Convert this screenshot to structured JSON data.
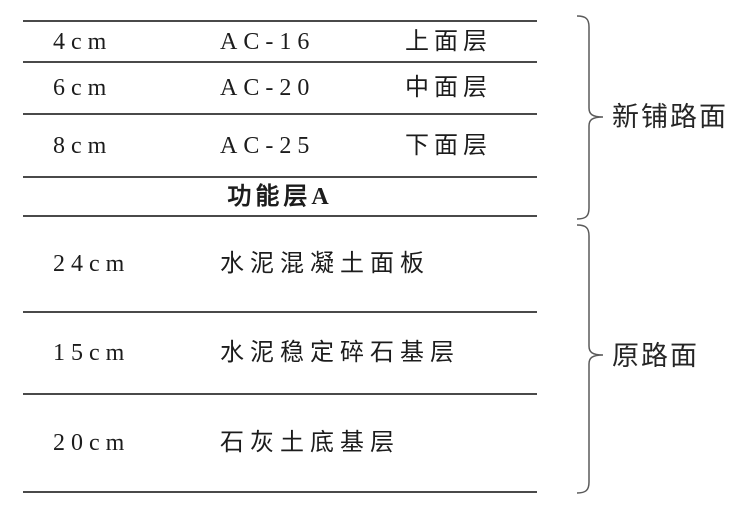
{
  "table": {
    "rows": [
      {
        "thickness": "4cm",
        "material": "AC-16",
        "layer": "上面层"
      },
      {
        "thickness": "6cm",
        "material": "AC-20",
        "layer": "中面层"
      },
      {
        "thickness": "8cm",
        "material": "AC-25",
        "layer": "下面层"
      },
      {
        "special": "功能层A"
      },
      {
        "thickness": "24cm",
        "material": "水泥混凝土面板"
      },
      {
        "thickness": "15cm",
        "material": "水泥稳定碎石基层"
      },
      {
        "thickness": "20cm",
        "material": "石灰土底基层"
      }
    ]
  },
  "braces": {
    "new_pavement_label": "新铺路面",
    "original_pavement_label": "原路面"
  },
  "colors": {
    "line": "#4a4a4a",
    "brace": "#5a5a5a",
    "text": "#1c1c1c"
  }
}
